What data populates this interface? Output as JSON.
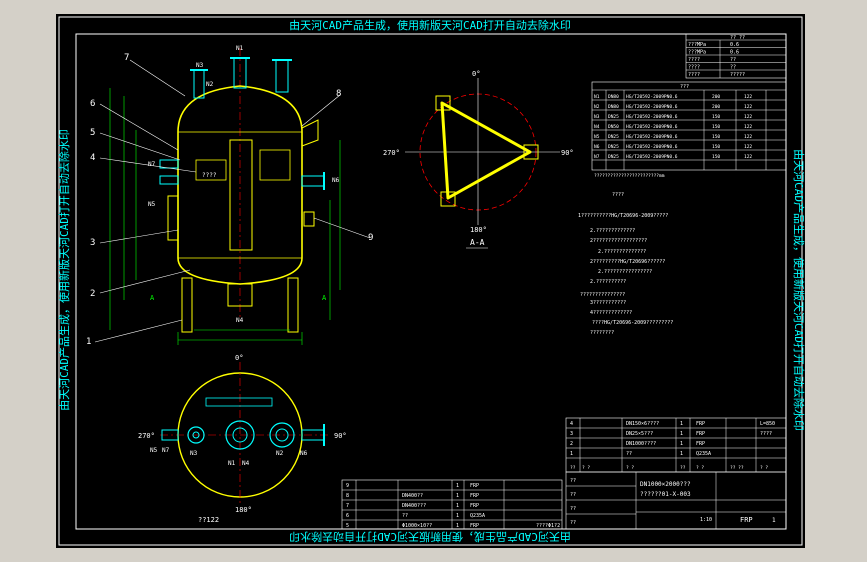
{
  "colors": {
    "frame_bg": "#d4d0c8",
    "sheet_bg": "#000000",
    "line": "#ffffff",
    "dim": "#00ff00",
    "center": "#ff0000",
    "vessel": "#ffff00",
    "nozzle": "#00ffff",
    "label": "#ffffff"
  },
  "watermark": {
    "top": "由天河CAD产品生成，使用新版天河CAD打开自动去除水印",
    "bottom": "由天河CAD产品生成，使用新版天河CAD打开自动去除水印",
    "left": "由天河CAD产品生成，使用新版天河CAD打开自动去除水印",
    "right": "由天河CAD产品生成，使用新版天河CAD打开自动去除水印"
  },
  "front_view": {
    "callouts": [
      "7",
      "6",
      "5",
      "4",
      "3",
      "2",
      "1",
      "8",
      "9"
    ],
    "nozzles": [
      "N3",
      "N1",
      "N2",
      "N4",
      "N5",
      "N7",
      "N6"
    ],
    "section_mark": "A",
    "inner_label": "????"
  },
  "section_view": {
    "angles": [
      "0°",
      "90°",
      "180°",
      "270°"
    ],
    "title": "A-A"
  },
  "bottom_view": {
    "angles": [
      "0°",
      "90°",
      "180°",
      "270°"
    ],
    "nozzles": [
      "N5",
      "N7",
      "N3",
      "N1",
      "N4",
      "N2",
      "N6"
    ],
    "label": "??122"
  },
  "design_table": {
    "header": "?? ??",
    "rows": [
      [
        "???MPa",
        "0.6"
      ],
      [
        "???MPa",
        "0.6"
      ],
      [
        "????",
        "??"
      ],
      [
        "????",
        "??"
      ],
      [
        "????",
        "?????"
      ]
    ]
  },
  "nozzle_table": {
    "header": "???",
    "rows": [
      [
        "N1",
        "DN80",
        "HG/T20592-2009PN0.6",
        "200",
        "122",
        ""
      ],
      [
        "N2",
        "DN80",
        "HG/T20592-2009PN0.6",
        "200",
        "122",
        ""
      ],
      [
        "N3",
        "DN25",
        "HG/T20592-2009PN0.6",
        "150",
        "122",
        ""
      ],
      [
        "N4",
        "DN50",
        "HG/T20592-2009PN0.6",
        "150",
        "122",
        ""
      ],
      [
        "N5",
        "DN25",
        "HG/T20592-2009PN0.6",
        "150",
        "122",
        ""
      ],
      [
        "N6",
        "DN25",
        "HG/T20592-2009PN0.6",
        "150",
        "122",
        ""
      ],
      [
        "N7",
        "DN25",
        "HG/T20592-2009PN0.6",
        "150",
        "122",
        ""
      ]
    ],
    "note": "????????????????????????mm"
  },
  "tech_notes": [
    "????",
    "1??????????HG/T20696-2009?????",
    "2.?????????????",
    "2??????????????????",
    "2.??????????????",
    "2?????????HG/T20696??????",
    "2.????????????????",
    "2.??????????",
    "???????????????",
    "3???????????",
    "4?????????????",
    "????HG/T20696-2009?????????",
    "????????"
  ],
  "bom_right": {
    "rows": [
      [
        "4",
        "",
        "DN150×6????",
        "1",
        "FRP",
        "",
        "L=850"
      ],
      [
        "3",
        "",
        "DN25×5???",
        "1",
        "FRP",
        "",
        "????"
      ],
      [
        "2",
        "",
        "DN1000????",
        "1",
        "FRP",
        "",
        ""
      ],
      [
        "1",
        "",
        "??",
        "1",
        "Q235A",
        "",
        ""
      ]
    ],
    "header": [
      "??",
      "? ?",
      "? ?",
      "??",
      "? ?",
      "?? ??",
      "? ?"
    ]
  },
  "bom_left": {
    "rows": [
      [
        "9",
        "",
        "",
        "1",
        "FRP",
        ""
      ],
      [
        "8",
        "",
        "DN400??",
        "1",
        "FRP",
        ""
      ],
      [
        "7",
        "",
        "DN400???",
        "1",
        "FRP",
        ""
      ],
      [
        "6",
        "",
        "??",
        "1",
        "Q235A",
        ""
      ],
      [
        "5",
        "",
        "Φ1000×10??",
        "1",
        "FRP",
        ""
      ]
    ],
    "extra": "????Φ1?2"
  },
  "title_block": {
    "name": "DN1000×2000???",
    "drawing_no": "??????01-X-003",
    "scale": "1:10",
    "material": "FRP",
    "sheet": "1",
    "small": [
      "??",
      "??",
      "??",
      "??"
    ]
  }
}
